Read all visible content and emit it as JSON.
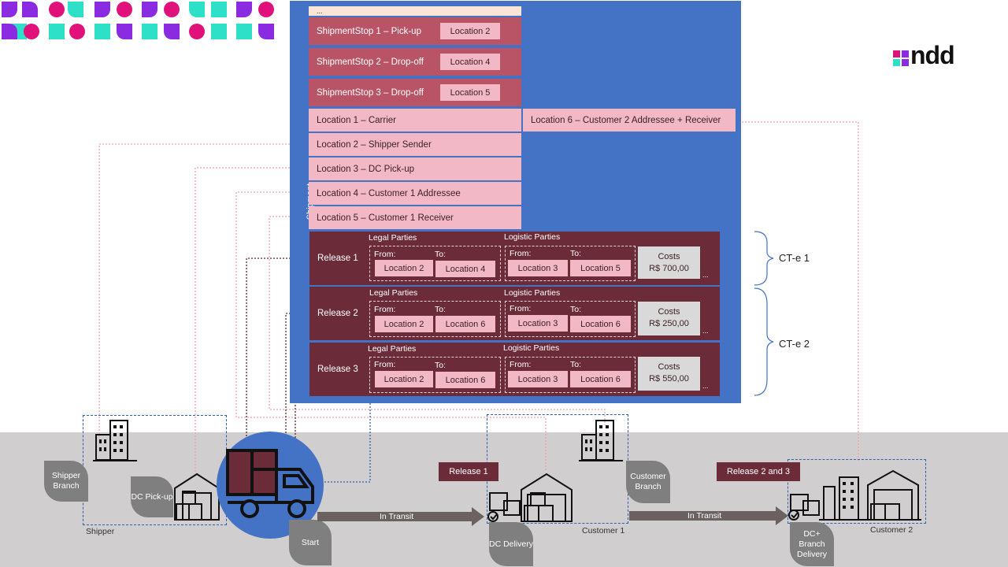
{
  "brand": {
    "logo_text": "ndd"
  },
  "colors": {
    "panel": "#4472c4",
    "stop": "#b95466",
    "location": "#f2b8c6",
    "release": "#6b2b39",
    "ground": "#d0cece",
    "leaf": "#7f7f7f",
    "truck_circle": "#4472c4"
  },
  "shipment": {
    "label": "Shipment",
    "ellipsis": "...",
    "stops": [
      {
        "label": "ShipmentStop  1 – Pick-up",
        "location": "Location 2"
      },
      {
        "label": "ShipmentStop  2 – Drop-off",
        "location": "Location 4"
      },
      {
        "label": "ShipmentStop  3 – Drop-off",
        "location": "Location 5"
      }
    ],
    "locations": [
      "Location 1 – Carrier",
      "Location 2 – Shipper Sender",
      "Location 3 – DC Pick-up",
      "Location 4 – Customer 1 Addressee",
      "Location 5 – Customer 1 Receiver"
    ],
    "location6": "Location 6 – Customer 2 Addressee + Receiver"
  },
  "releases": [
    {
      "label": "Release 1",
      "legal_title": "Legal Parties",
      "logistic_title": "Logistic Parties",
      "from": "From:",
      "to": "To:",
      "legal_from": "Location 2",
      "legal_to": "Location 4",
      "log_from": "Location 3",
      "log_to": "Location 5",
      "costs_label": "Costs",
      "costs_value": "R$ 700,00",
      "more": "..."
    },
    {
      "label": "Release 2",
      "legal_title": "Legal Parties",
      "logistic_title": "Logistic Parties",
      "from": "From:",
      "to": "To:",
      "legal_from": "Location 2",
      "legal_to": "Location 6",
      "log_from": "Location 3",
      "log_to": "Location 6",
      "costs_label": "Costs",
      "costs_value": "R$ 250,00",
      "more": "..."
    },
    {
      "label": "Release 3",
      "legal_title": "Legal Parties",
      "logistic_title": "Logistic Parties",
      "from": "From:",
      "to": "To:",
      "legal_from": "Location 2",
      "legal_to": "Location 6",
      "log_from": "Location 3",
      "log_to": "Location 6",
      "costs_label": "Costs",
      "costs_value": "R$ 550,00",
      "more": "..."
    }
  ],
  "ctes": [
    "CT-e 1",
    "CT-e 2"
  ],
  "bottom": {
    "shipper_branch": "Shipper Branch",
    "dc_pickup": "DC Pick-up",
    "shipper": "Shipper",
    "start": "Start",
    "in_transit_1": "In Transit",
    "in_transit_2": "In Transit",
    "release1_tag": "Release 1",
    "release23_tag": "Release 2 and 3",
    "dc_delivery": "DC Delivery",
    "customer_branch": "Customer Branch",
    "customer1": "Customer 1",
    "dc_branch_delivery": "DC+ Branch Delivery",
    "customer2": "Customer 2"
  }
}
